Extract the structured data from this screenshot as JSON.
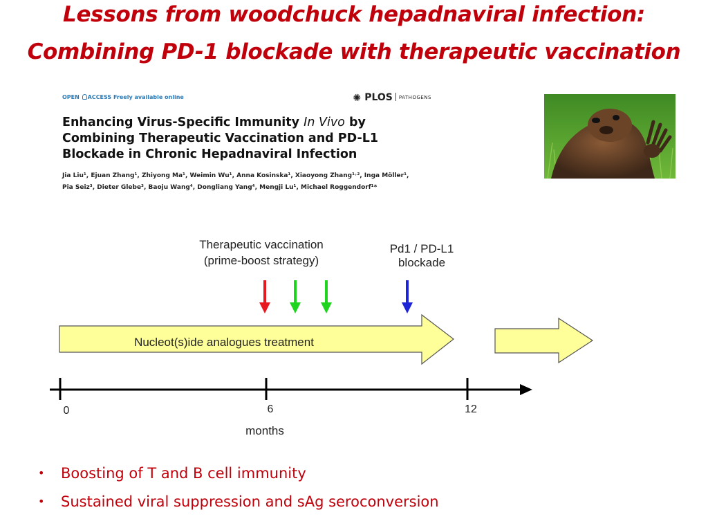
{
  "slide": {
    "title_line1": "Lessons from woodchuck hepadnaviral infection:",
    "title_line2": "Combining PD-1 blockade with therapeutic vaccination"
  },
  "paper": {
    "open_access_1": "OPEN",
    "open_access_2": "ACCESS Freely available online",
    "publisher": "PLOS",
    "journal": "PATHOGENS",
    "title_part1": "Enhancing Virus-Specific Immunity",
    "title_italic": "In Vivo",
    "title_part2": "by Combining Therapeutic Vaccination and PD-L1 Blockade in Chronic Hepadnaviral Infection",
    "authors_line1": "Jia Liu¹, Ejuan Zhang¹, Zhiyong Ma¹, Weimin Wu¹, Anna Kosinska¹, Xiaoyong Zhang¹˒², Inga Möller¹,",
    "authors_line2": "Pia Seiz³, Dieter Glebe³, Baoju Wang⁴, Dongliang Yang⁴, Mengji Lu¹, Michael Roggendorf¹*"
  },
  "photo": {
    "subject": "woodchuck-image"
  },
  "diagram": {
    "vaccination_label_1": "Therapeutic vaccination",
    "vaccination_label_2": "(prime-boost strategy)",
    "blockade_label_1": "Pd1 / PD-L1",
    "blockade_label_2": "blockade",
    "treatment_label": "Nucleot(s)ide analogues treatment",
    "ticks": [
      "0",
      "6",
      "12"
    ],
    "axis_label": "months",
    "arrow_colors": [
      "#e8191e",
      "#1fd41f",
      "#1fd41f",
      "#1d25d6"
    ],
    "treatment_fill": "#ffff99"
  },
  "bullets": [
    "Boosting of T and B cell immunity",
    "Sustained viral suppression and sAg seroconversion"
  ]
}
